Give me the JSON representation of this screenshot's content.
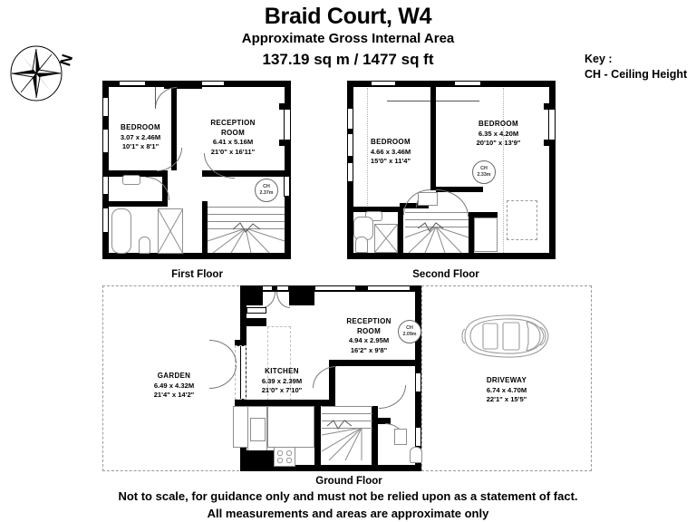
{
  "header": {
    "title": "Braid Court, W4",
    "subtitle": "Approximate Gross Internal Area",
    "area": "137.19 sq m /  1477 sq ft"
  },
  "key": {
    "heading": "Key :",
    "entry": "CH - Ceiling Height"
  },
  "compass": {
    "north_label": "N"
  },
  "floors": [
    {
      "id": "first",
      "label": "First Floor",
      "ceiling_height": {
        "code": "CH",
        "value": "2.37m"
      },
      "rooms": [
        {
          "name": "BEDROOM",
          "metric": "3.07 x 2.46M",
          "imperial": "10'1\" x 8'1\""
        },
        {
          "name": "RECEPTION ROOM",
          "name_line1": "RECEPTION",
          "name_line2": "ROOM",
          "metric": "6.41 x 5.16M",
          "imperial": "21'0\" x 16'11\""
        }
      ]
    },
    {
      "id": "second",
      "label": "Second Floor",
      "ceiling_height": {
        "code": "CH",
        "value": "2.33m"
      },
      "rooms": [
        {
          "name": "BEDROOM",
          "metric": "4.66 x 3.46M",
          "imperial": "15'0\" x 11'4\""
        },
        {
          "name": "BEDROOM",
          "metric": "6.35 x 4.20M",
          "imperial": "20'10\" x 13'9\""
        }
      ]
    },
    {
      "id": "ground",
      "label": "Ground Floor",
      "ceiling_height": {
        "code": "CH",
        "value": "2.09m"
      },
      "rooms": [
        {
          "name": "GARDEN",
          "metric": "6.49 x 4.32M",
          "imperial": "21'4\" x 14'2\""
        },
        {
          "name": "KITCHEN",
          "metric": "6.39 x 2.39M",
          "imperial": "21'0\" x 7'10\""
        },
        {
          "name": "RECEPTION ROOM",
          "name_line1": "RECEPTION",
          "name_line2": "ROOM",
          "metric": "4.94 x 2.95M",
          "imperial": "16'2\" x 9'8\""
        },
        {
          "name": "DRIVEWAY",
          "metric": "6.74 x 4.70M",
          "imperial": "22'1\" x 15'5\""
        }
      ]
    }
  ],
  "footer": {
    "line1": "Not to scale, for guidance only and must not be relied upon as a statement of fact.",
    "line2": "All measurements and areas are approximate only"
  }
}
